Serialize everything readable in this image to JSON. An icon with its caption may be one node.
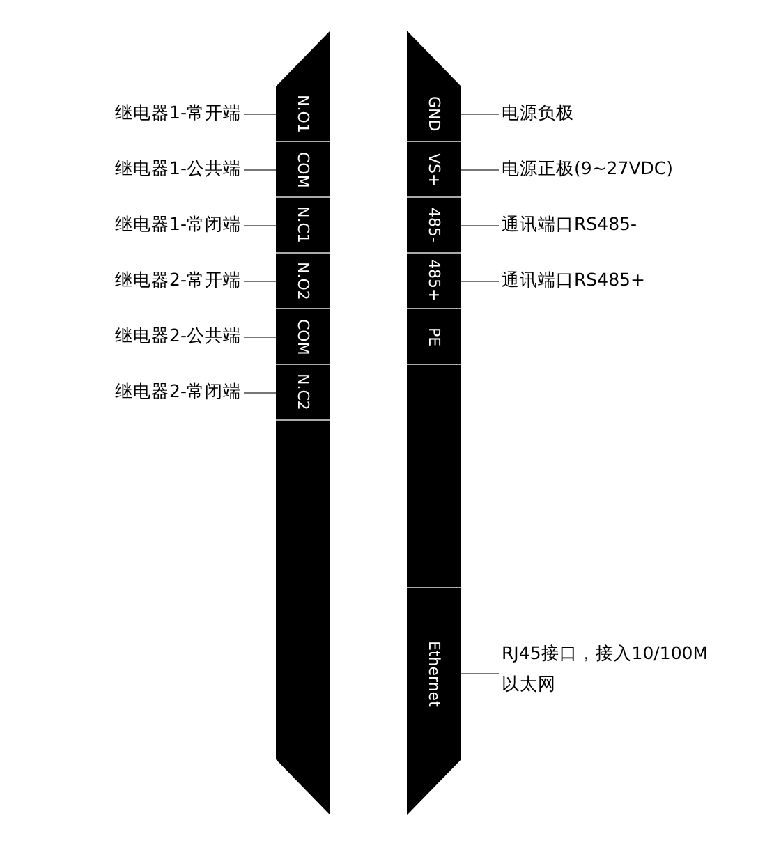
{
  "diagram": {
    "nodes": [
      {
        "text": [],
        "shape": "bar"
      },
      {
        "text": [
          "N.O1"
        ],
        "in": 0
      },
      {
        "text": [
          "COM"
        ],
        "in": 0
      },
      {
        "text": [
          "N.C1"
        ],
        "in": 0
      },
      {
        "text": [
          "N.O2"
        ],
        "in": 0
      },
      {
        "text": [
          "COM"
        ],
        "in": 0
      },
      {
        "text": [
          "N.C2"
        ],
        "in": 0
      },
      {
        "text": [],
        "shape": "bar"
      },
      {
        "text": [
          "GND"
        ],
        "in": 7
      },
      {
        "text": [
          "VS+"
        ],
        "in": 7
      },
      {
        "text": [
          "485-"
        ],
        "in": 7
      },
      {
        "text": [
          "485+"
        ],
        "in": 7
      },
      {
        "text": [
          "PE"
        ],
        "in": 7
      },
      {
        "text": [
          "Ethernet"
        ],
        "in": 7
      },
      {
        "text": [
          "继电器1-常开端"
        ]
      },
      {
        "text": [
          "继电器1-公共端"
        ]
      },
      {
        "text": [
          "继电器1-常闭端"
        ]
      },
      {
        "text": [
          "继电器2-常开端"
        ]
      },
      {
        "text": [
          "继电器2-公共端"
        ]
      },
      {
        "text": [
          "继电器2-常闭端"
        ]
      },
      {
        "text": [
          "电源负极"
        ]
      },
      {
        "text": [
          "电源正极(9~27VDC)"
        ]
      },
      {
        "text": [
          "通讯端口RS485-"
        ]
      },
      {
        "text": [
          "通讯端口RS485+"
        ]
      },
      {
        "text": [
          "RJ45接口，接入10/100M以太网"
        ]
      }
    ],
    "edges": [
      {
        "from": 14,
        "to": 1,
        "arrow": "none"
      },
      {
        "from": 15,
        "to": 2,
        "arrow": "none"
      },
      {
        "from": 16,
        "to": 3,
        "arrow": "none"
      },
      {
        "from": 17,
        "to": 4,
        "arrow": "none"
      },
      {
        "from": 18,
        "to": 5,
        "arrow": "none"
      },
      {
        "from": 19,
        "to": 6,
        "arrow": "none"
      },
      {
        "from": 20,
        "to": 8,
        "arrow": "none"
      },
      {
        "from": 21,
        "to": 9,
        "arrow": "none"
      },
      {
        "from": 22,
        "to": 10,
        "arrow": "none"
      },
      {
        "from": 23,
        "to": 11,
        "arrow": "none"
      },
      {
        "from": 24,
        "to": 13,
        "arrow": "none"
      }
    ]
  }
}
